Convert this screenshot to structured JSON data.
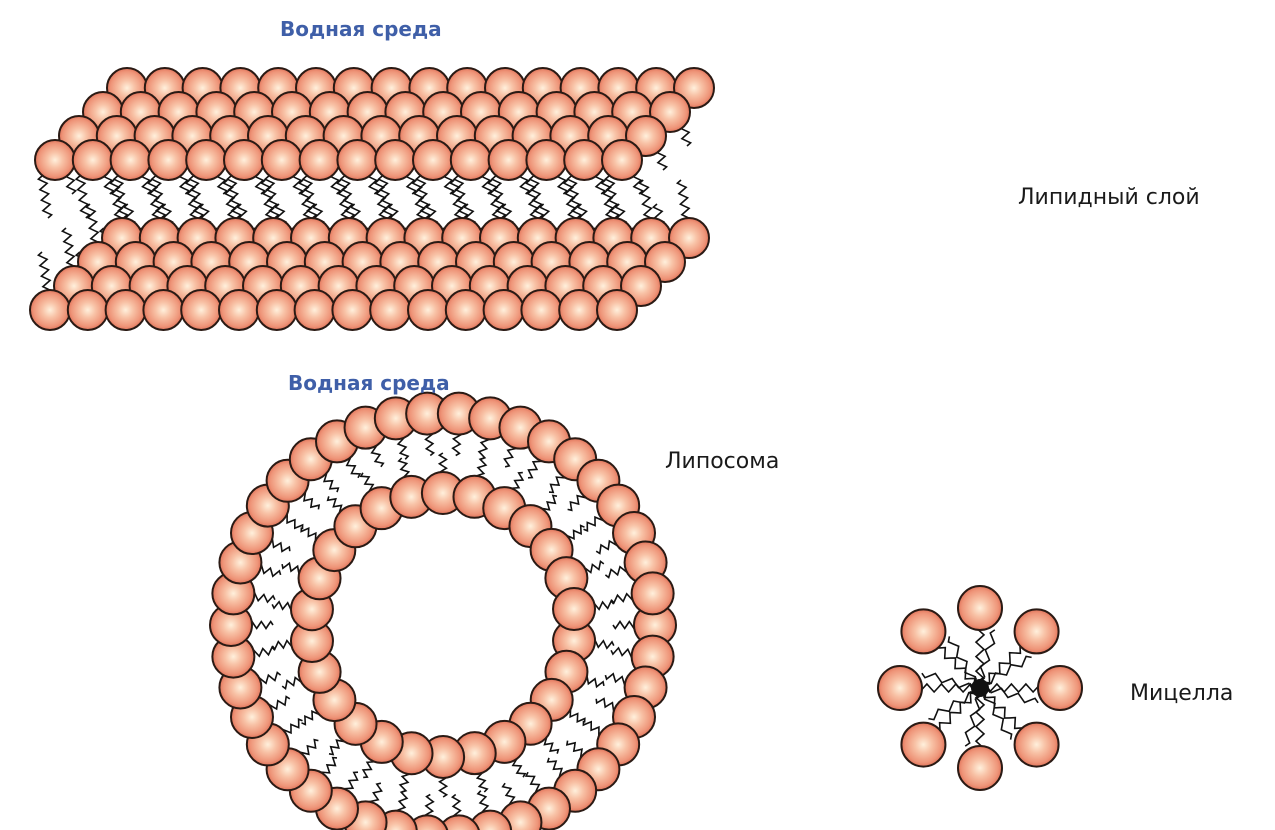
{
  "labels": {
    "water_top": "Водная среда",
    "water_middle": "Водная среда",
    "lipid_layer": "Липидный слой",
    "liposome": "Липосома",
    "micelle": "Мицелла"
  },
  "colors": {
    "head_center": "#fff0dc",
    "head_mid": "#f5a48a",
    "head_edge": "#d9624a",
    "outline": "#2a1a14",
    "label_blue": "#3f5fa8"
  }
}
